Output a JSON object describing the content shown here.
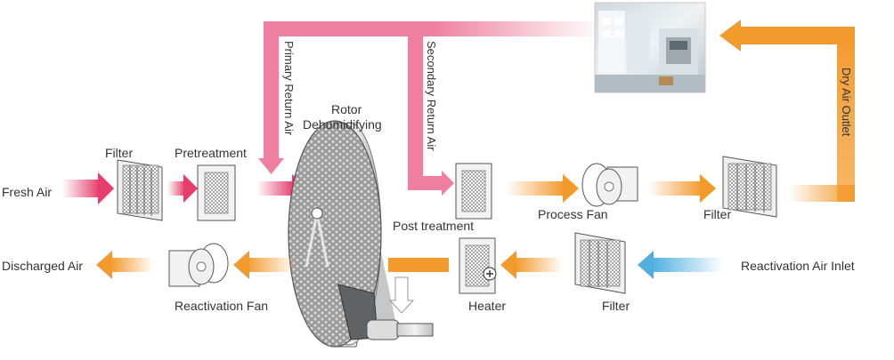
{
  "labels": {
    "fresh_air": "Fresh Air",
    "filter_intake": "Filter",
    "pretreatment": "Pretreatment",
    "rotor": "Rotor",
    "rotor_sub": "Dehumidifying",
    "primary_return_air": "Primary Return Air",
    "secondary_return_air": "Secondary Return Air",
    "post_treatment": "Post treatment",
    "process_fan": "Process Fan",
    "filter_process": "Filter",
    "dry_air_outlet": "Dry Air Outlet",
    "reactivation_air_inlet": "Reactivation Air Inlet",
    "filter_reactivation": "Filter",
    "heater": "Heater",
    "reactivation_fan": "Reactivation Fan",
    "discharged_air": "Discharged Air"
  },
  "colors": {
    "return_air_pink": "#ee7fa0",
    "fresh_air_pink": "#e63d6d",
    "process_orange": "#f29a2c",
    "reactivation_blue": "#4fb0e0",
    "label_text": "#333333"
  },
  "icons": {
    "cleanroom_photo": "cleanroom-photo",
    "filter": "filter-panel-icon",
    "fan": "fan-icon",
    "heater": "heater-icon",
    "rotor": "desiccant-rotor-icon"
  }
}
